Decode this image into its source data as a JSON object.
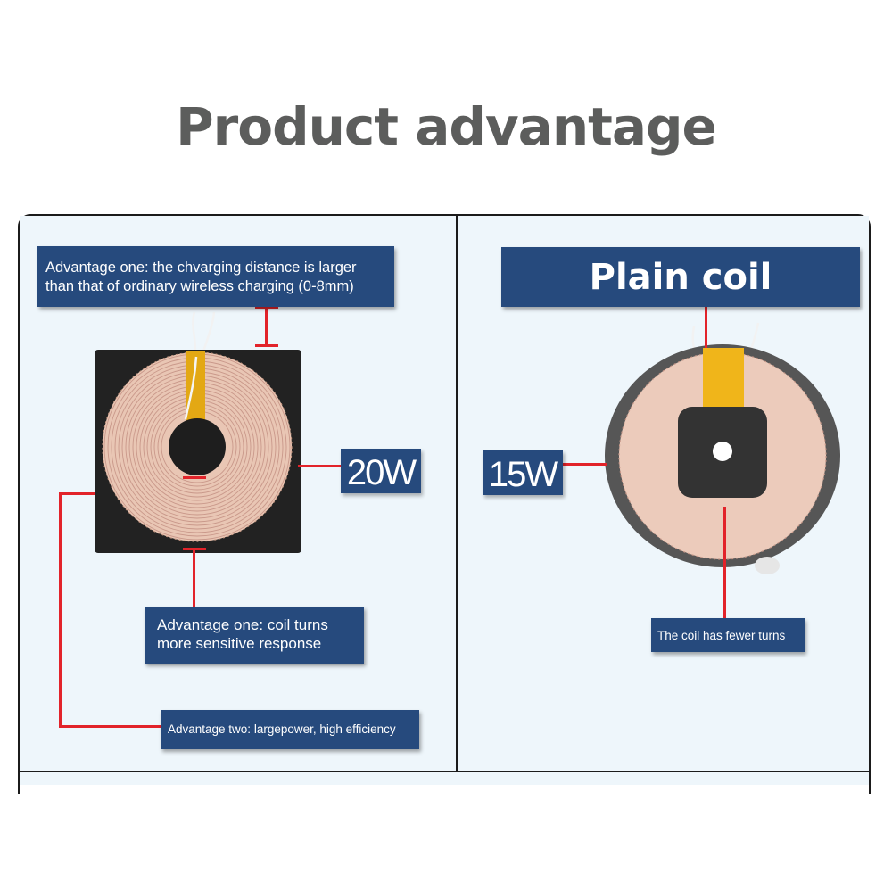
{
  "title": "Product advantage",
  "left_panel": {
    "distance_label": "Advantage one: the chvarging distance is larger than that of ordinary wireless charging (0-8mm)",
    "turns_label": "Advantage one: coil turns more sensitive response",
    "power_label": "Advantage two: largepower, high efficiency",
    "watt_label": "20W"
  },
  "right_panel": {
    "plain_label": "Plain coil",
    "fewer_label": "The coil has fewer turns",
    "watt_label": "15W"
  },
  "colors": {
    "label_blue": "#264a7d",
    "callout_red": "#e2232a",
    "title_gray": "#5c5d5c",
    "panel_bg": "#eef6fb"
  }
}
